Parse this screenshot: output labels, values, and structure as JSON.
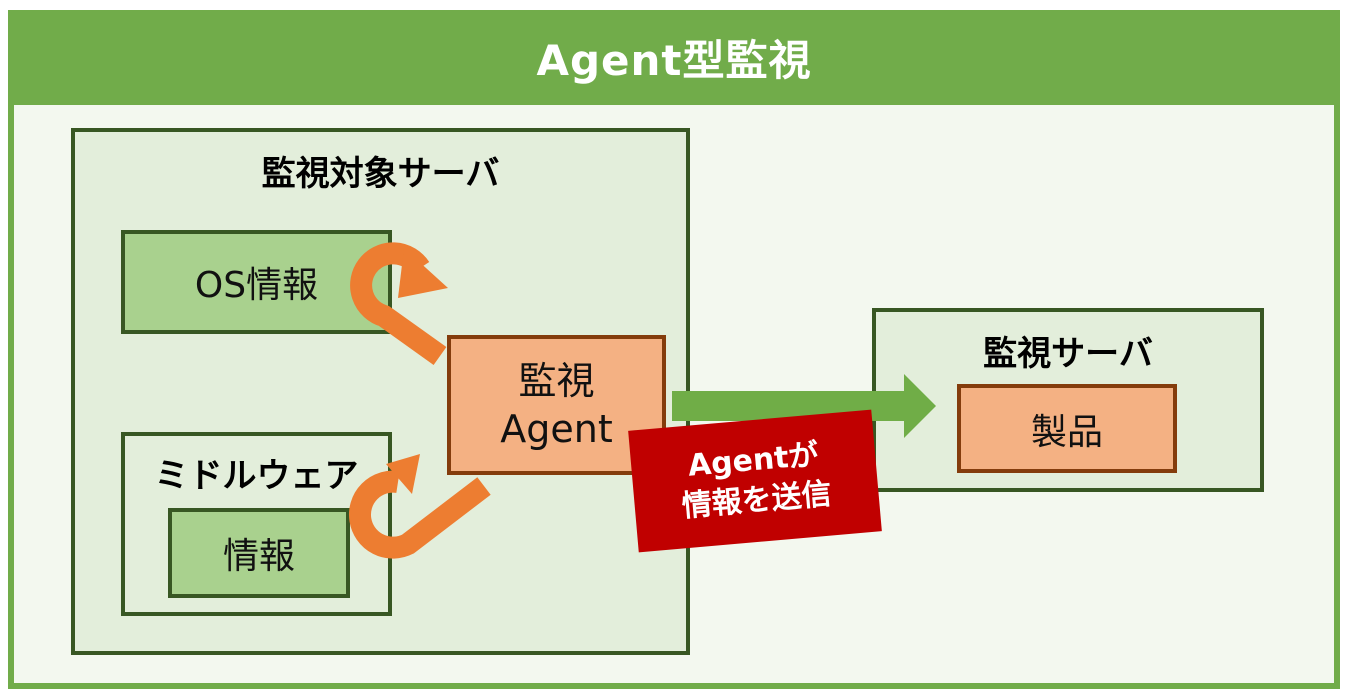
{
  "diagram": {
    "title": "Agent型監視",
    "target_server": {
      "title": "監視対象サーバ",
      "os_info": "OS情報",
      "middleware": {
        "title": "ミドルウェア",
        "info": "情報"
      },
      "agent": {
        "line1": "監視",
        "line2": "Agent"
      }
    },
    "badge": {
      "line1": "Agentが",
      "line2": "情報を送信"
    },
    "monitor_server": {
      "title": "監視サーバ",
      "product": "製品"
    }
  },
  "colors": {
    "frame_green": "#71ac4a",
    "light_green": "#e3eedb",
    "box_green": "#a9d18e",
    "dark_green_border": "#385723",
    "agent_orange": "#f4b183",
    "agent_border": "#843c0c",
    "curved_arrow_orange": "#ed7d31",
    "send_arrow_green": "#70ad47",
    "badge_red": "#c00000"
  }
}
